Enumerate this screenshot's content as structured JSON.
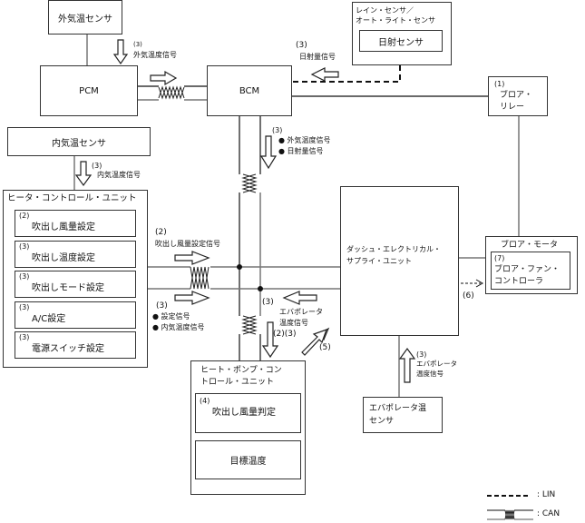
{
  "nodes": {
    "outside_temp_sensor": "外気温センサ",
    "pcm": "PCM",
    "bcm": "BCM",
    "rain_sensor_group": {
      "title_line1": "レイン・センサ／",
      "title_line2": "オート・ライト・センサ",
      "inner": "日射センサ"
    },
    "blower_relay": {
      "num": "(1)",
      "line1": "ブロア・",
      "line2": "リレー"
    },
    "inside_temp_sensor": "内気温センサ",
    "heater_control_unit": {
      "title": "ヒータ・コントロール・ユニット",
      "items": [
        {
          "num": "(2)",
          "label": "吹出し風量設定"
        },
        {
          "num": "(3)",
          "label": "吹出し温度設定"
        },
        {
          "num": "(3)",
          "label": "吹出しモード設定"
        },
        {
          "num": "(3)",
          "label": "A/C設定"
        },
        {
          "num": "(3)",
          "label": "電源スイッチ設定"
        }
      ]
    },
    "dash_electrical_supply_unit": {
      "line1": "ダッシュ・エレクトリカル・",
      "line2": "サプライ・ユニット"
    },
    "blower_motor": {
      "title": "ブロア・モータ",
      "inner_num": "(7)",
      "inner_line1": "ブロア・ファン・",
      "inner_line2": "コントローラ"
    },
    "heat_pump_control_unit": {
      "title_line1": "ヒート・ポンプ・コン",
      "title_line2": "トロール・ユニット",
      "items": [
        {
          "num": "(4)",
          "label": "吹出し風量判定"
        },
        {
          "num": "",
          "label": "目標温度"
        }
      ]
    },
    "evaporator_temp_sensor": {
      "line1": "エバポレータ温",
      "line2": "センサ"
    }
  },
  "signals": {
    "outside_temp_to_pcm": {
      "num": "(3)",
      "label": "外気温度信号"
    },
    "solar_to_bcm": {
      "num": "(3)",
      "label": "日射量信号"
    },
    "bcm_down": {
      "num": "(3)",
      "bullets": [
        "外気温度信号",
        "日射量信号"
      ]
    },
    "inside_temp": {
      "num": "(3)",
      "label": "内気温度信号"
    },
    "airflow_setting": {
      "num": "(2)",
      "label": "吹出し風量設定信号"
    },
    "settings": {
      "num": "(3)",
      "bullets": [
        "設定信号",
        "内気温度信号"
      ]
    },
    "junction_label": "(3)",
    "evap_to_hvac": {
      "line1": "エバポレータ",
      "line2": "温度信号"
    },
    "to_heat_pump": "(2)(3)",
    "arrow_5": "(5)",
    "arrow_6": "(6)",
    "evap_sensor_up": {
      "num": "(3)",
      "line1": "エバポレータ",
      "line2": "温度信号"
    }
  },
  "legend": {
    "lin": ": LIN",
    "can": ": CAN"
  }
}
